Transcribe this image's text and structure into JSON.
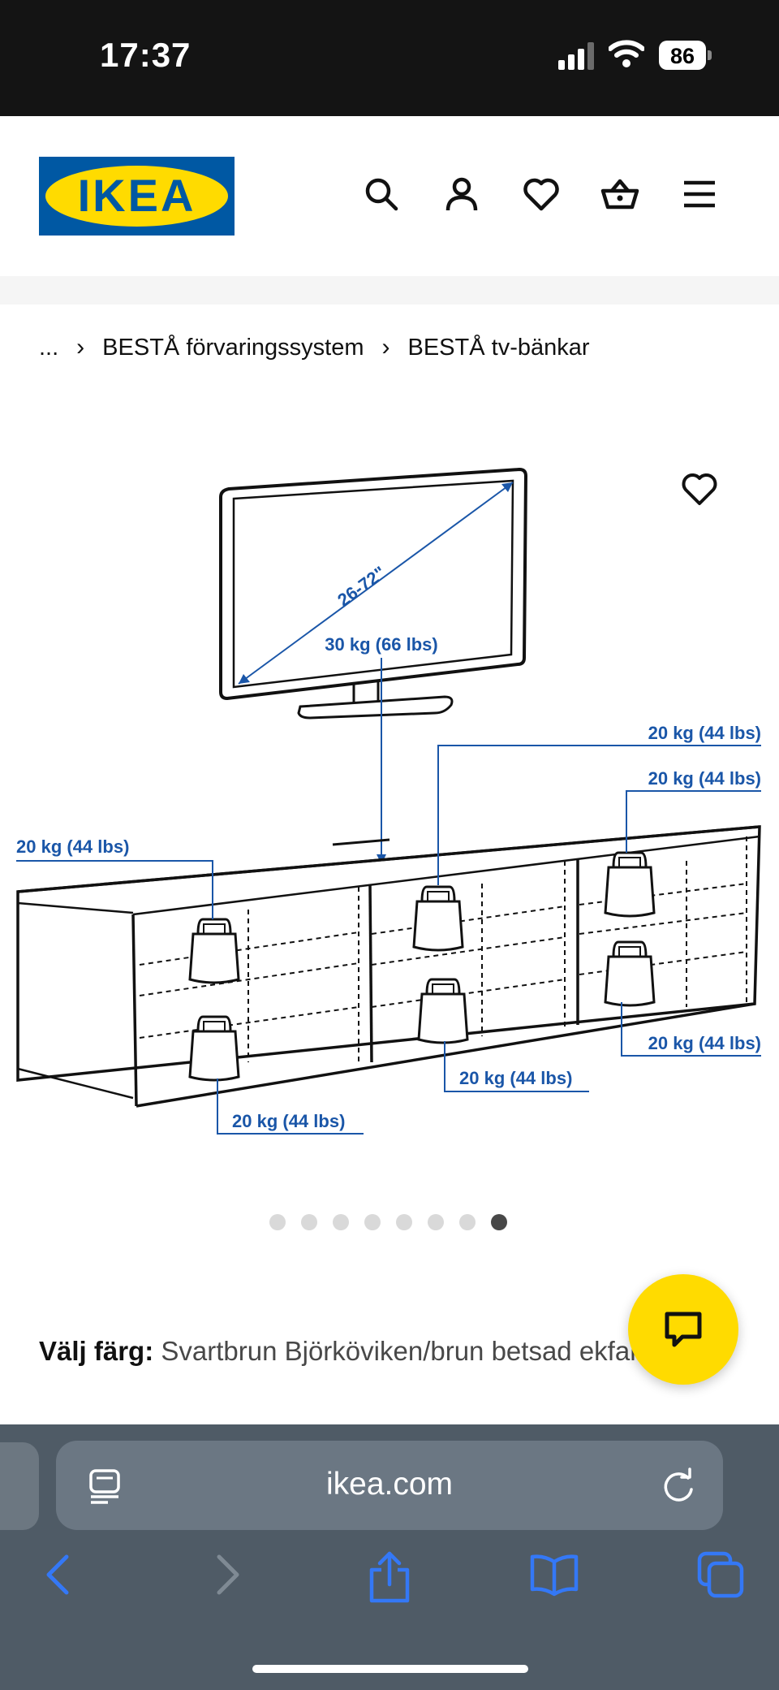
{
  "status_bar": {
    "time": "17:37",
    "battery": "86"
  },
  "header": {
    "logo_text": "IKEA"
  },
  "breadcrumb": {
    "ellipsis": "...",
    "items": [
      "BESTÅ förvaringssystem",
      "BESTÅ tv-bänkar"
    ]
  },
  "product_image": {
    "tv_size_label": "26-72\"",
    "tv_weight_label": "30 kg (66 lbs)",
    "shelf_weight_labels": [
      "20 kg (44 lbs)",
      "20 kg (44 lbs)",
      "20 kg (44 lbs)",
      "20 kg (44 lbs)",
      "20 kg (44 lbs)",
      "20 kg (44 lbs)"
    ],
    "dots_total": 8,
    "dots_active_index": 7
  },
  "color_select": {
    "label": "Välj färg:",
    "value": "Svartbrun Björköviken/brun betsad ekfaner"
  },
  "browser": {
    "url": "ikea.com"
  },
  "colors": {
    "ikea_blue": "#0058a3",
    "ikea_yellow": "#ffdb00",
    "diagram_blue": "#1a56a8",
    "toolbar": "#4f5b66",
    "ios_blue": "#3478f6"
  },
  "icons": {
    "header": [
      "search-icon",
      "account-icon",
      "heart-icon",
      "basket-icon",
      "menu-icon"
    ],
    "browser_nav": [
      "back-icon",
      "forward-icon",
      "share-icon",
      "bookmarks-icon",
      "tabs-icon"
    ]
  }
}
